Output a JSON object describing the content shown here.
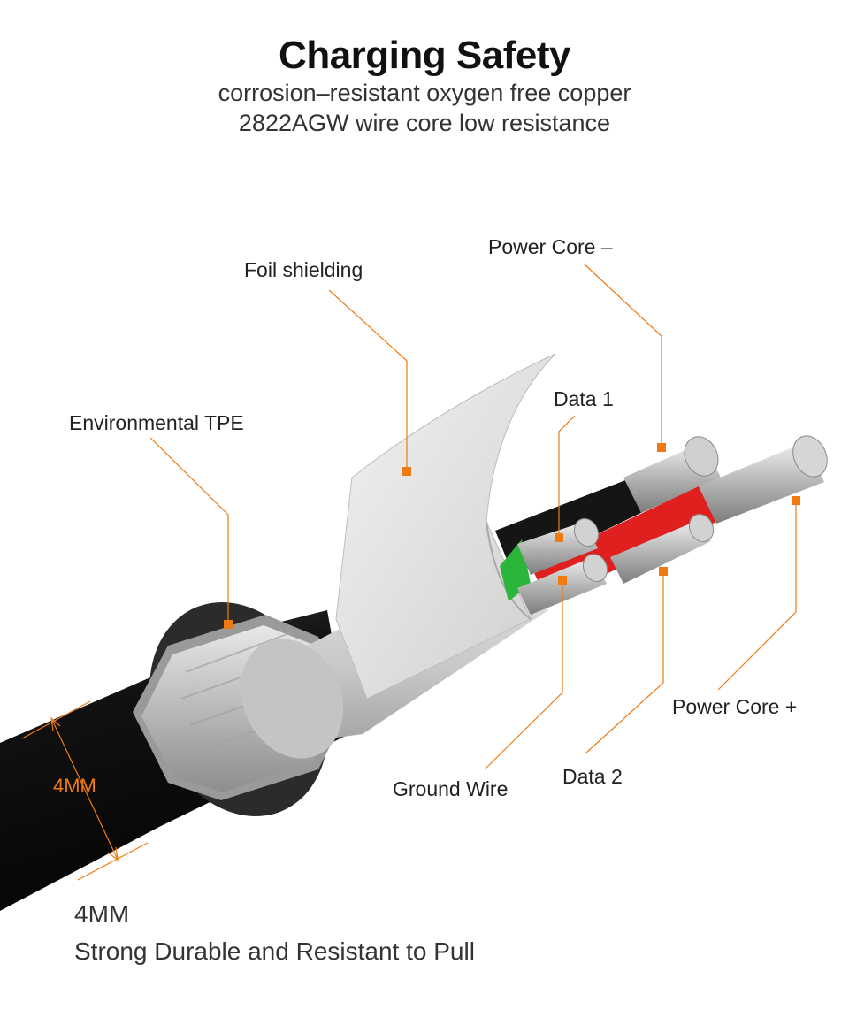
{
  "header": {
    "title": "Charging Safety",
    "subtitle_line1": "corrosion–resistant oxygen free copper",
    "subtitle_line2": "2822AGW wire core low resistance"
  },
  "labels": {
    "foil_shielding": "Foil shielding",
    "power_core_minus": "Power Core –",
    "data_1": "Data 1",
    "environmental_tpe": "Environmental TPE",
    "power_core_plus": "Power Core +",
    "ground_wire": "Ground Wire",
    "data_2": "Data 2"
  },
  "dimension": {
    "label": "4MM"
  },
  "footer": {
    "line1": "4MM",
    "line2": "Strong Durable and Resistant to Pull"
  },
  "colors": {
    "accent": "#f07a12",
    "jacket": "#111111",
    "wire_red": "#e0201f",
    "wire_green": "#2bb53a",
    "wire_black": "#121212",
    "wire_white": "#e6e6e6",
    "copper_strand": "#b9b9b9"
  }
}
